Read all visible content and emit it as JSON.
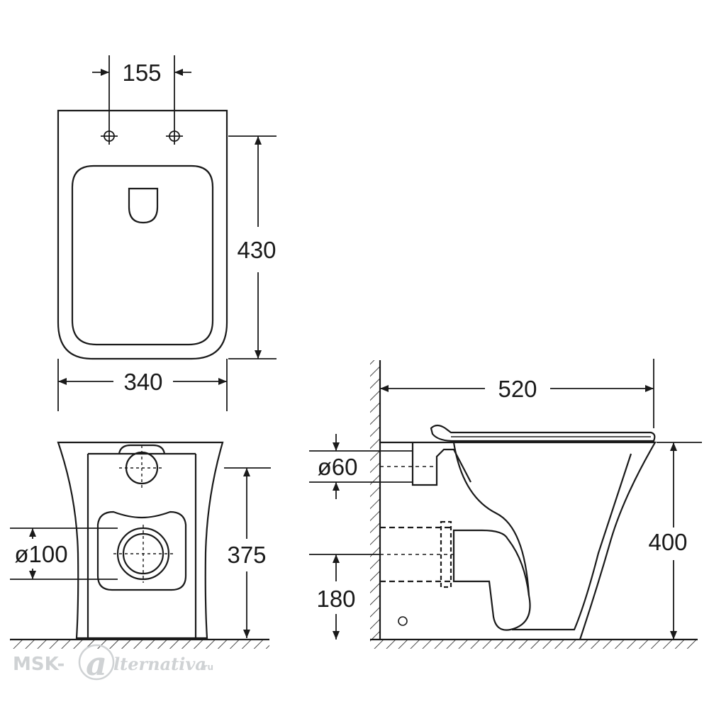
{
  "top_view": {
    "dim_hole_spacing": "155",
    "dim_depth": "430",
    "dim_width": "340"
  },
  "front_view": {
    "dim_outlet_diameter": "ø100",
    "dim_height": "375"
  },
  "side_view": {
    "dim_length": "520",
    "dim_inlet_diameter": "ø60",
    "dim_total_height": "400",
    "dim_outlet_height": "180"
  },
  "watermark": {
    "prefix": "MSK-",
    "letter": "a",
    "suffix": "lternativa",
    "domain": ".ru"
  },
  "colors": {
    "line": "#1a1a1a",
    "watermark": "#cfd2d4"
  }
}
